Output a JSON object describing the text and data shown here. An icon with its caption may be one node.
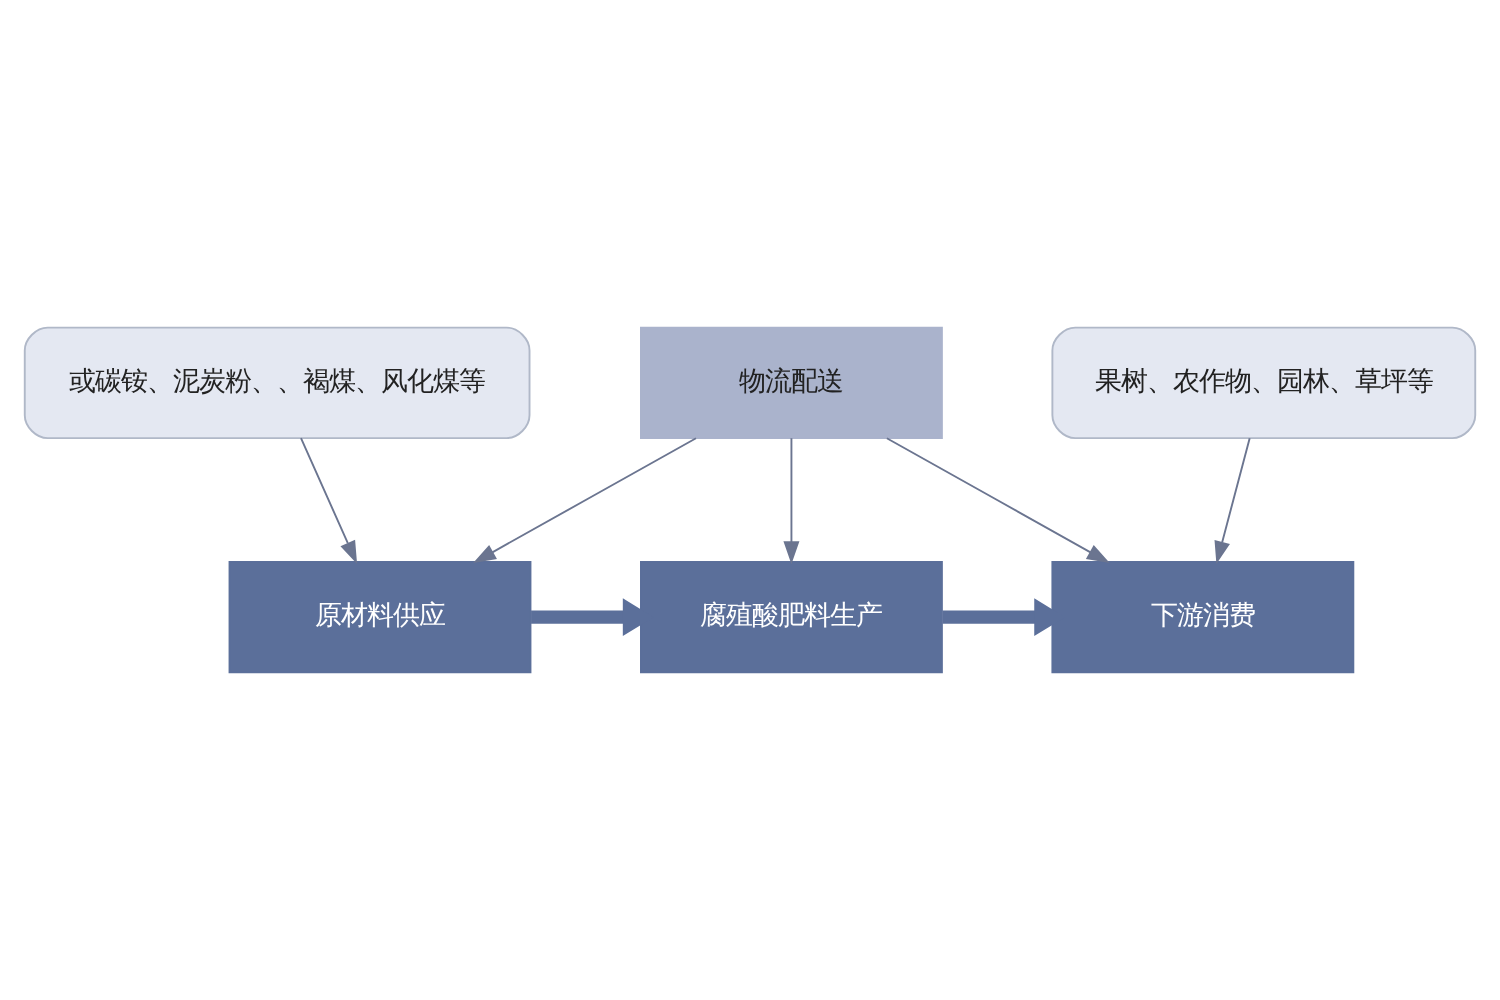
{
  "diagram": {
    "nodes": [
      {
        "text": [
          "物流配送"
        ]
      },
      {
        "text": [
          "原材料供应"
        ]
      },
      {
        "text": [
          "腐殖酸肥料生产"
        ]
      },
      {
        "text": [
          "下游消费"
        ]
      },
      {
        "text": [
          "或碳铵、泥炭粉、、褐煤、风化煤等"
        ]
      },
      {
        "text": [
          "果树、农作物、园林、草坪等"
        ]
      }
    ],
    "edges": [
      {
        "from": 0,
        "to": 1,
        "arrow": "to"
      },
      {
        "from": 0,
        "to": 2,
        "arrow": "to"
      },
      {
        "from": 0,
        "to": 3,
        "arrow": "to"
      },
      {
        "from": 1,
        "to": 2,
        "arrow": "to",
        "style": "thick",
        "color": "#5b6f9a"
      },
      {
        "from": 2,
        "to": 3,
        "arrow": "to",
        "style": "thick",
        "color": "#5b6f9a"
      },
      {
        "from": 4,
        "to": 1,
        "arrow": "to"
      },
      {
        "from": 5,
        "to": 3,
        "arrow": "to"
      }
    ]
  }
}
